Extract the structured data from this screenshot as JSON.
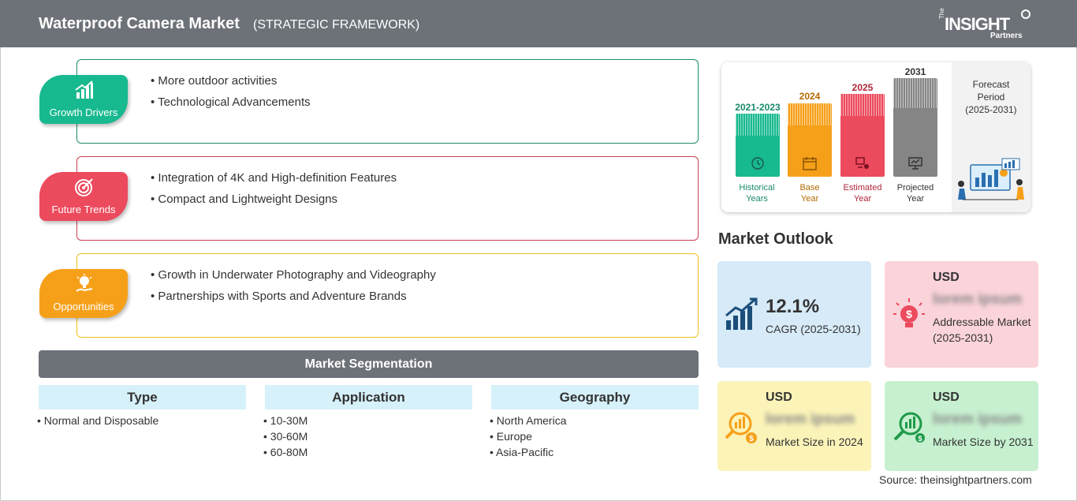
{
  "header": {
    "title": "Waterproof Camera Market",
    "subtitle": "(STRATEGIC FRAMEWORK)"
  },
  "logo": {
    "the": "The",
    "insight": "INSIGHT",
    "partners": "Partners"
  },
  "framework": [
    {
      "label": "Growth Drivers",
      "color": "#17b98e",
      "border": "#1a8a6e",
      "icon": "growth-chart-icon",
      "items": [
        "More outdoor activities",
        "Technological Advancements"
      ]
    },
    {
      "label": "Future Trends",
      "color": "#ec4a5d",
      "border": "#c9404f",
      "icon": "target-icon",
      "items": [
        "Integration of 4K and High-definition Features",
        "Compact and Lightweight Designs"
      ]
    },
    {
      "label": "Opportunities",
      "color": "#f6a01a",
      "border": "#f2c218",
      "icon": "lightbulb-hand-icon",
      "items": [
        "Growth in Underwater Photography and Videography",
        "Partnerships with Sports and Adventure Brands"
      ]
    }
  ],
  "segmentation": {
    "title": "Market Segmentation",
    "columns": [
      {
        "heading": "Type",
        "items": [
          "Normal and Disposable"
        ]
      },
      {
        "heading": "Application",
        "items": [
          "10-30M",
          "30-60M",
          "60-80M"
        ]
      },
      {
        "heading": "Geography",
        "items": [
          "North America",
          "Europe",
          "Asia-Pacific"
        ]
      }
    ]
  },
  "timeline": {
    "periods": [
      {
        "year": "2021-2023",
        "label_line1": "Historical",
        "label_line2": "Years",
        "color": "#17b98e",
        "text_color": "#1a8a6e",
        "icon": "history-icon"
      },
      {
        "year": "2024",
        "label_line1": "Base",
        "label_line2": "Year",
        "color": "#f6a01a",
        "text_color": "#b36b00",
        "icon": "calendar-icon"
      },
      {
        "year": "2025",
        "label_line1": "Estimated",
        "label_line2": "Year",
        "color": "#ec4a5d",
        "text_color": "#b0273a",
        "icon": "estimate-icon"
      },
      {
        "year": "2031",
        "label_line1": "Projected",
        "label_line2": "Year",
        "color": "#858585",
        "text_color": "#333333",
        "icon": "presentation-icon"
      }
    ],
    "forecast_line1": "Forecast",
    "forecast_line2": "Period",
    "forecast_line3": "(2025-2031)"
  },
  "outlook": {
    "title": "Market Outlook",
    "cagr": {
      "value": "12.1%",
      "label": "CAGR (2025-2031)",
      "bg": "#d6eaf7",
      "icon": "growth-bars-icon"
    },
    "addressable": {
      "usd": "USD",
      "value": "lorem ipsum",
      "label": "Addressable Market (2025-2031)",
      "bg": "#fbd3da",
      "icon": "dollar-bulb-icon"
    },
    "size2024": {
      "usd": "USD",
      "value": "lorem ipsum",
      "label": "Market Size in 2024",
      "bg": "#fbf3b8",
      "icon": "money-magnifier-icon"
    },
    "size2031": {
      "usd": "USD",
      "value": "lorem ipsum",
      "label": "Market Size by 2031",
      "bg": "#c6f0cf",
      "icon": "chart-magnifier-icon"
    }
  },
  "source": "Source: theinsightpartners.com"
}
